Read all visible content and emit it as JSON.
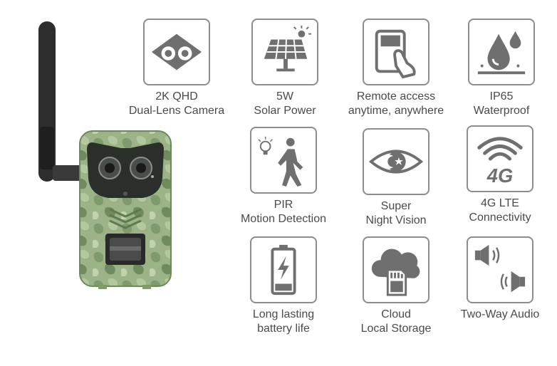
{
  "features": [
    {
      "icon": "dual-lens-eyes-icon",
      "line1": "2K QHD",
      "line2": "Dual-Lens Camera"
    },
    {
      "icon": "solar-panel-icon",
      "line1": "5W",
      "line2": "Solar Power"
    },
    {
      "icon": "phone-tap-icon",
      "line1": "Remote access",
      "line2": "anytime, anywhere"
    },
    {
      "icon": "water-drop-icon",
      "line1": "IP65",
      "line2": "Waterproof"
    },
    {
      "icon": "walking-person-icon",
      "line1": "PIR",
      "line2": "Motion Detection"
    },
    {
      "icon": "eye-star-icon",
      "line1": "Super",
      "line2": "Night Vision"
    },
    {
      "icon": "wifi-4g-icon",
      "line1": "4G LTE",
      "line2": "Connectivity",
      "badge": "4G"
    },
    {
      "icon": "battery-bolt-icon",
      "line1": "Long lasting",
      "line2": "battery life"
    },
    {
      "icon": "cloud-sd-card-icon",
      "line1": "Cloud",
      "line2": "Local Storage"
    },
    {
      "icon": "two-speakers-icon",
      "line1": "Two-Way Audio",
      "line2": ""
    }
  ],
  "colors": {
    "icon_gray": "#6f6f6f",
    "border_gray": "#8c8c8c",
    "text": "#4a4a4a",
    "camo_green": "#8fa878"
  }
}
